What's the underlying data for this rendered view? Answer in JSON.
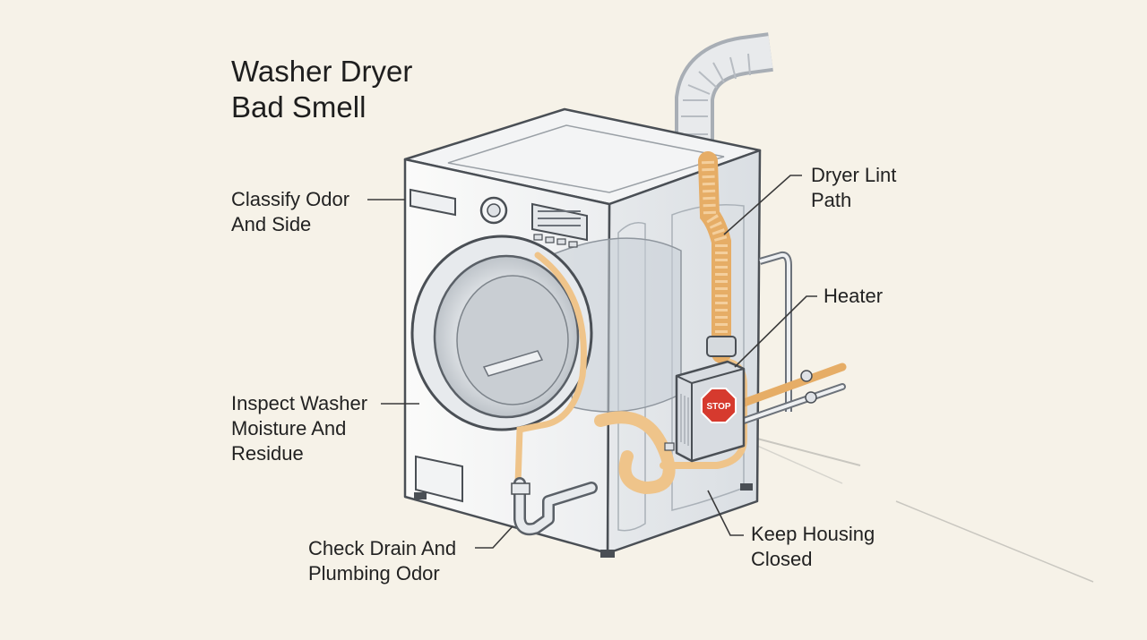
{
  "diagram": {
    "title_lines": [
      "Washer Dryer",
      "Bad Smell"
    ],
    "labels": {
      "classify": [
        "Classify Odor",
        "And Side"
      ],
      "inspect": [
        "Inspect Washer",
        "Moisture And",
        "Residue"
      ],
      "drain": [
        "Check Drain And",
        "Plumbing Odor"
      ],
      "lint": [
        "Dryer Lint",
        "Path"
      ],
      "heater": [
        "Heater"
      ],
      "housing": [
        "Keep Housing",
        "Closed"
      ]
    },
    "stop_sign_text": "STOP",
    "colors": {
      "background": "#f6f2e8",
      "line": "#4a4f55",
      "highlight": "#efc48a",
      "stop": "#d63a2e"
    }
  }
}
